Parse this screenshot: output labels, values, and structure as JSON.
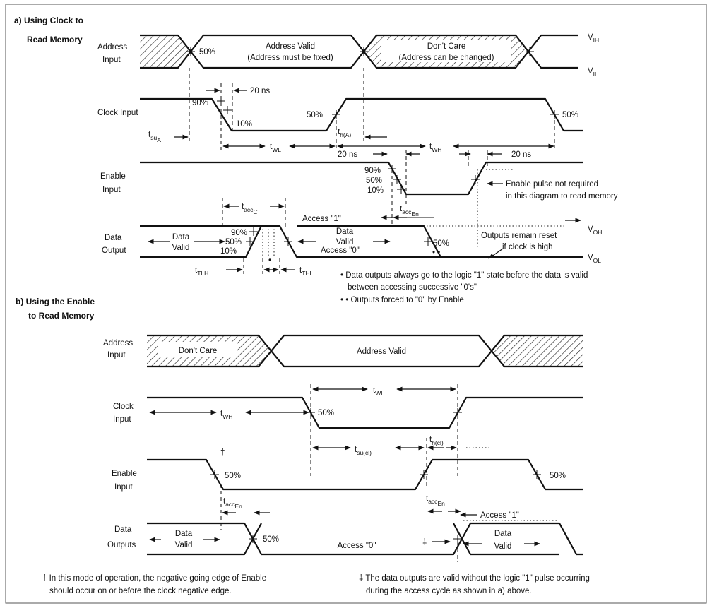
{
  "section_a": {
    "title_1": "a) Using Clock to",
    "title_2": "Read Memory",
    "address_1": "Address",
    "address_2": "Input",
    "addr_valid": "Address Valid",
    "addr_fixed": "(Address must be fixed)",
    "dont_care": "Don't Care",
    "addr_changed": "(Address can be changed)",
    "v_ih": "V",
    "v_ih_sub": "IH",
    "v_il": "V",
    "v_il_sub": "IL",
    "pct50_addr": "50%",
    "clock_input": "Clock Input",
    "ns20_a": "20 ns",
    "pct90_clk": "90%",
    "pct10_clk": "10%",
    "pct50_clk_rise": "50%",
    "pct50_clk_fall": "50%",
    "t_su": "t",
    "t_su_sub": "su",
    "t_su_sub2": "A",
    "t_wl": "t",
    "t_wl_sub": "WL",
    "t_h": "t",
    "t_h_sub": "h(A)",
    "t_wh": "t",
    "t_wh_sub": "WH",
    "ns20_b": "20 ns",
    "ns20_c": "20 ns",
    "enable_1": "Enable",
    "enable_2": "Input",
    "pct90_en": "90%",
    "pct50_en": "50%",
    "pct10_en": "10%",
    "en_note_1": "Enable pulse not required",
    "en_note_2": "in this diagram to read memory",
    "t_accc": "t",
    "t_accc_sub": "acc",
    "t_accc_sub2": "C",
    "t_accen": "t",
    "t_accen_sub": "acc",
    "t_accen_sub2": "En",
    "access1": "Access \"1\"",
    "access0": "Access \"0\"",
    "data_1": "Data",
    "data_2": "Output",
    "data_valid_1": "Data",
    "data_valid_2": "Valid",
    "data_valid2_1": "Data",
    "data_valid2_2": "Valid",
    "pct90_d": "90%",
    "pct50_d": "50%",
    "pct10_d": "10%",
    "pct50_d2": "50%",
    "star2": "• •",
    "star1": "•",
    "v_oh": "V",
    "v_oh_sub": "OH",
    "v_ol": "V",
    "v_ol_sub": "OL",
    "reset_1": "Outputs remain reset",
    "reset_2": "if clock is high",
    "t_tlh": "t",
    "t_tlh_sub": "TLH",
    "t_thl": "t",
    "t_thl_sub": "THL",
    "fn1_1": "• Data outputs always go to the logic \"1\" state before the data is valid",
    "fn1_2": "between accessing successive \"0's\"",
    "fn2": "• • Outputs forced to \"0\" by Enable"
  },
  "section_b": {
    "title_1": "b) Using the Enable",
    "title_2": "to Read Memory",
    "address_1": "Address",
    "address_2": "Input",
    "dont_care": "Don't Care",
    "addr_valid": "Address Valid",
    "clock_1": "Clock",
    "clock_2": "Input",
    "t_wh": "t",
    "t_wh_sub": "WH",
    "t_wl": "t",
    "t_wl_sub": "WL",
    "pct50_clk": "50%",
    "t_su": "t",
    "t_su_sub": "su(cl)",
    "t_h": "t",
    "t_h_sub": "h(cl)",
    "dagger": "†",
    "enable_1": "Enable",
    "enable_2": "Input",
    "pct50_en1": "50%",
    "pct50_en2": "50%",
    "t_accen1": "t",
    "t_accen1_sub": "acc",
    "t_accen1_sub2": "En",
    "t_accen2": "t",
    "t_accen2_sub": "acc",
    "t_accen2_sub2": "En",
    "access1": "Access \"1\"",
    "data_1": "Data",
    "data_2": "Outputs",
    "data_valid_1": "Data",
    "data_valid_2": "Valid",
    "pct50_d": "50%",
    "access0": "Access \"0\"",
    "ddagger": "‡",
    "data_valid2_1": "Data",
    "data_valid2_2": "Valid"
  },
  "footnotes": {
    "left_1": "† In this mode of operation, the negative going edge of Enable",
    "left_2": "should occur on or before the clock negative edge.",
    "right_1": "‡ The data outputs are valid without the logic \"1\" pulse occurring",
    "right_2": "during the access cycle as shown in a) above."
  }
}
